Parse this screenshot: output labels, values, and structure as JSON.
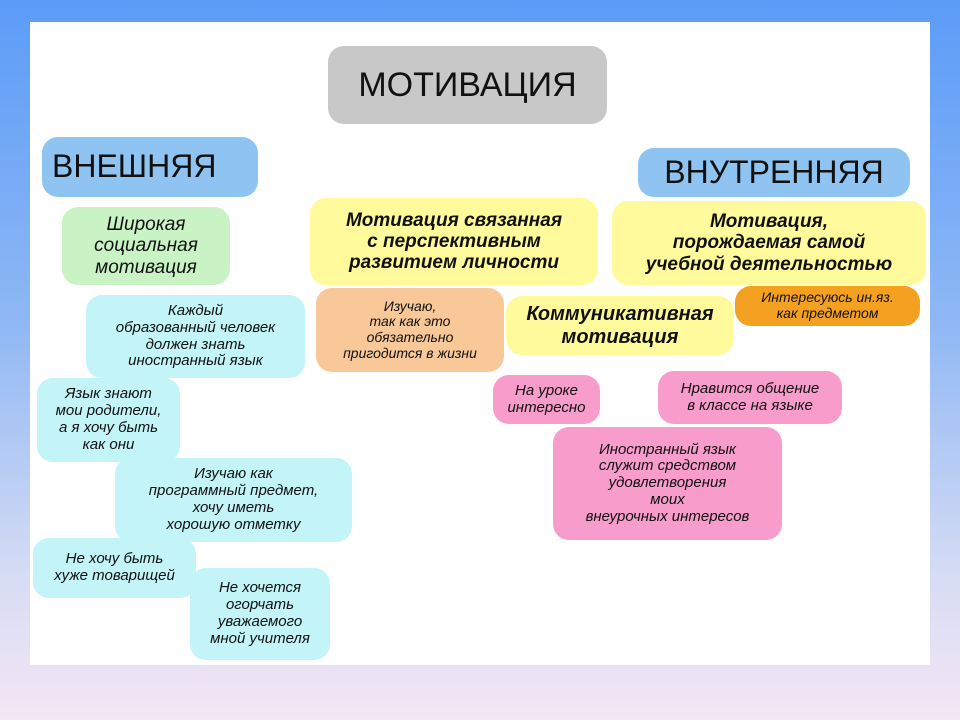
{
  "title": "МОТИВАЦИЯ",
  "external": {
    "heading": "ВНЕШНЯЯ",
    "broad_social": "Широкая\nсоциальная\nмотивация",
    "items": [
      "Каждый\nобразованный человек\nдолжен знать\nиностранный язык",
      "Язык знают\nмои родители,\nа я хочу быть\nкак они",
      "Изучаю как\nпрограммный предмет,\nхочу иметь\nхорошую отметку",
      "Не хочу быть\nхуже товарищей",
      "Не хочется\nогорчать\nуважаемого\nмной учителя"
    ]
  },
  "internal": {
    "heading": "ВНУТРЕННЯЯ",
    "perspective": "Мотивация связанная\nс перспективным\nразвитием личности",
    "learning_activity": "Мотивация,\nпорождаемая самой\nучебной деятельностью",
    "useful_in_life": "Изучаю,\nтак как это\nобязательно\nпригодится в жизни",
    "communicative": "Коммуникативная\nмотивация",
    "subject_interest": "Интересуюсь ин.яз.\nкак предметом",
    "pink_items": [
      "На уроке\nинтересно",
      "Нравится общение\nв классе на языке",
      "Иностранный язык\nслужит средством\nудовлетворения\nмоих\nвнеурочных интересов"
    ]
  },
  "colors": {
    "gray": "#c8c8c8",
    "blue": "#8fc4f2",
    "green": "#c9f3c4",
    "yellow": "#fffb9c",
    "cyan": "#c2f4f8",
    "peach": "#f8c898",
    "orange": "#f4a020",
    "pink": "#f79ccb"
  }
}
